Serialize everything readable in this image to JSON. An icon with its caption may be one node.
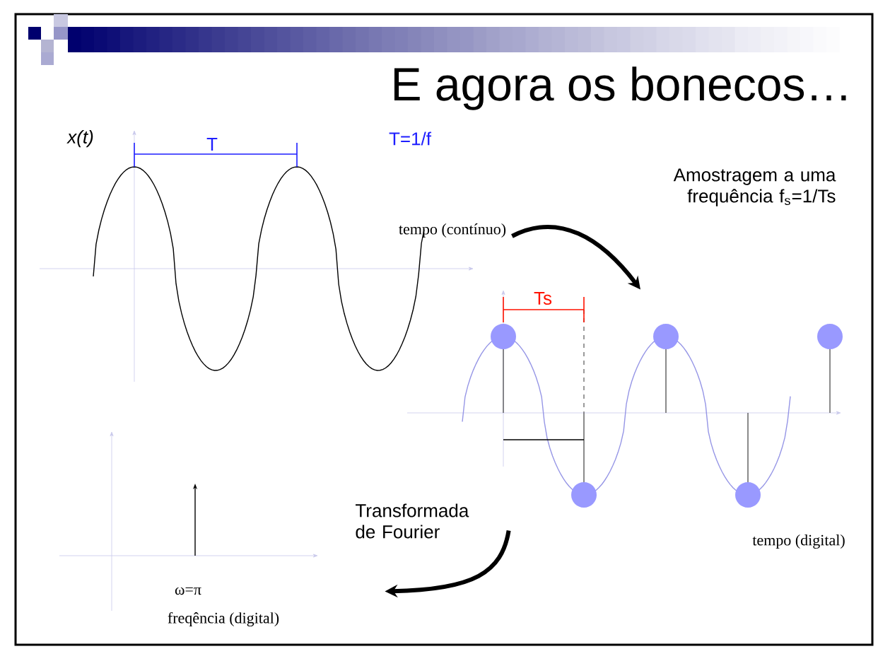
{
  "diagram": {
    "title": "E agora os bonecos…",
    "nodes": [
      {
        "text": [],
        "shape": "picture"
      },
      {
        "text": [],
        "shape": "picture",
        "beside": [
          "tempo (digital)"
        ]
      },
      {
        "text": [],
        "shape": "picture",
        "beside": [
          "freqência (digital)"
        ]
      }
    ],
    "edges": [
      {
        "from": 0,
        "to": 1,
        "arrow": "to",
        "label": "Amostragem a uma frequência f$_{s}$=1/Ts"
      },
      {
        "from": 1,
        "to": 2,
        "arrow": "to",
        "label": "Transformada de Fourier"
      }
    ],
    "labels": [
      "x(t)",
      "T",
      "T=1/f",
      "tempo (contínuo)",
      "Ts",
      "ω=π"
    ]
  }
}
